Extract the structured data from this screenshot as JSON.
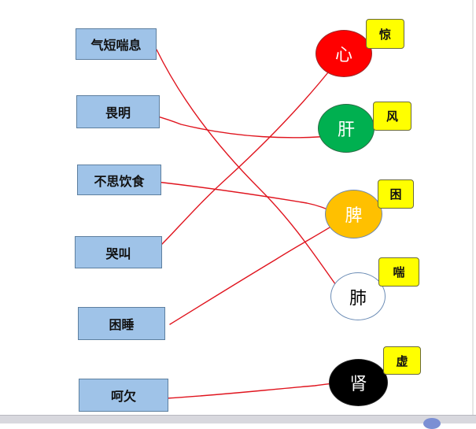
{
  "symptoms": [
    {
      "label": "气短喘息"
    },
    {
      "label": "畏明"
    },
    {
      "label": "不思饮食"
    },
    {
      "label": "哭叫"
    },
    {
      "label": "困睡"
    },
    {
      "label": "呵欠"
    }
  ],
  "organs": [
    {
      "label": "心",
      "fill": "#ff0000",
      "text_color": "#ffffff",
      "tag": "惊"
    },
    {
      "label": "肝",
      "fill": "#00b050",
      "text_color": "#ffffff",
      "tag": "风"
    },
    {
      "label": "脾",
      "fill": "#ffc000",
      "text_color": "#ffffff",
      "tag": "困"
    },
    {
      "label": "肺",
      "fill": "#ffffff",
      "text_color": "#000000",
      "tag": "喘"
    },
    {
      "label": "肾",
      "fill": "#000000",
      "text_color": "#ffffff",
      "tag": "虚"
    }
  ],
  "connections": [
    {
      "from": "气短喘息",
      "to": "肺"
    },
    {
      "from": "畏明",
      "to": "肝"
    },
    {
      "from": "不思饮食",
      "to": "脾"
    },
    {
      "from": "哭叫",
      "to": "心"
    },
    {
      "from": "困睡",
      "to": "脾"
    },
    {
      "from": "呵欠",
      "to": "肾"
    }
  ],
  "colors": {
    "box_fill": "#9fc3e8",
    "tag_fill": "#ffff00",
    "line": "#e0141e"
  }
}
